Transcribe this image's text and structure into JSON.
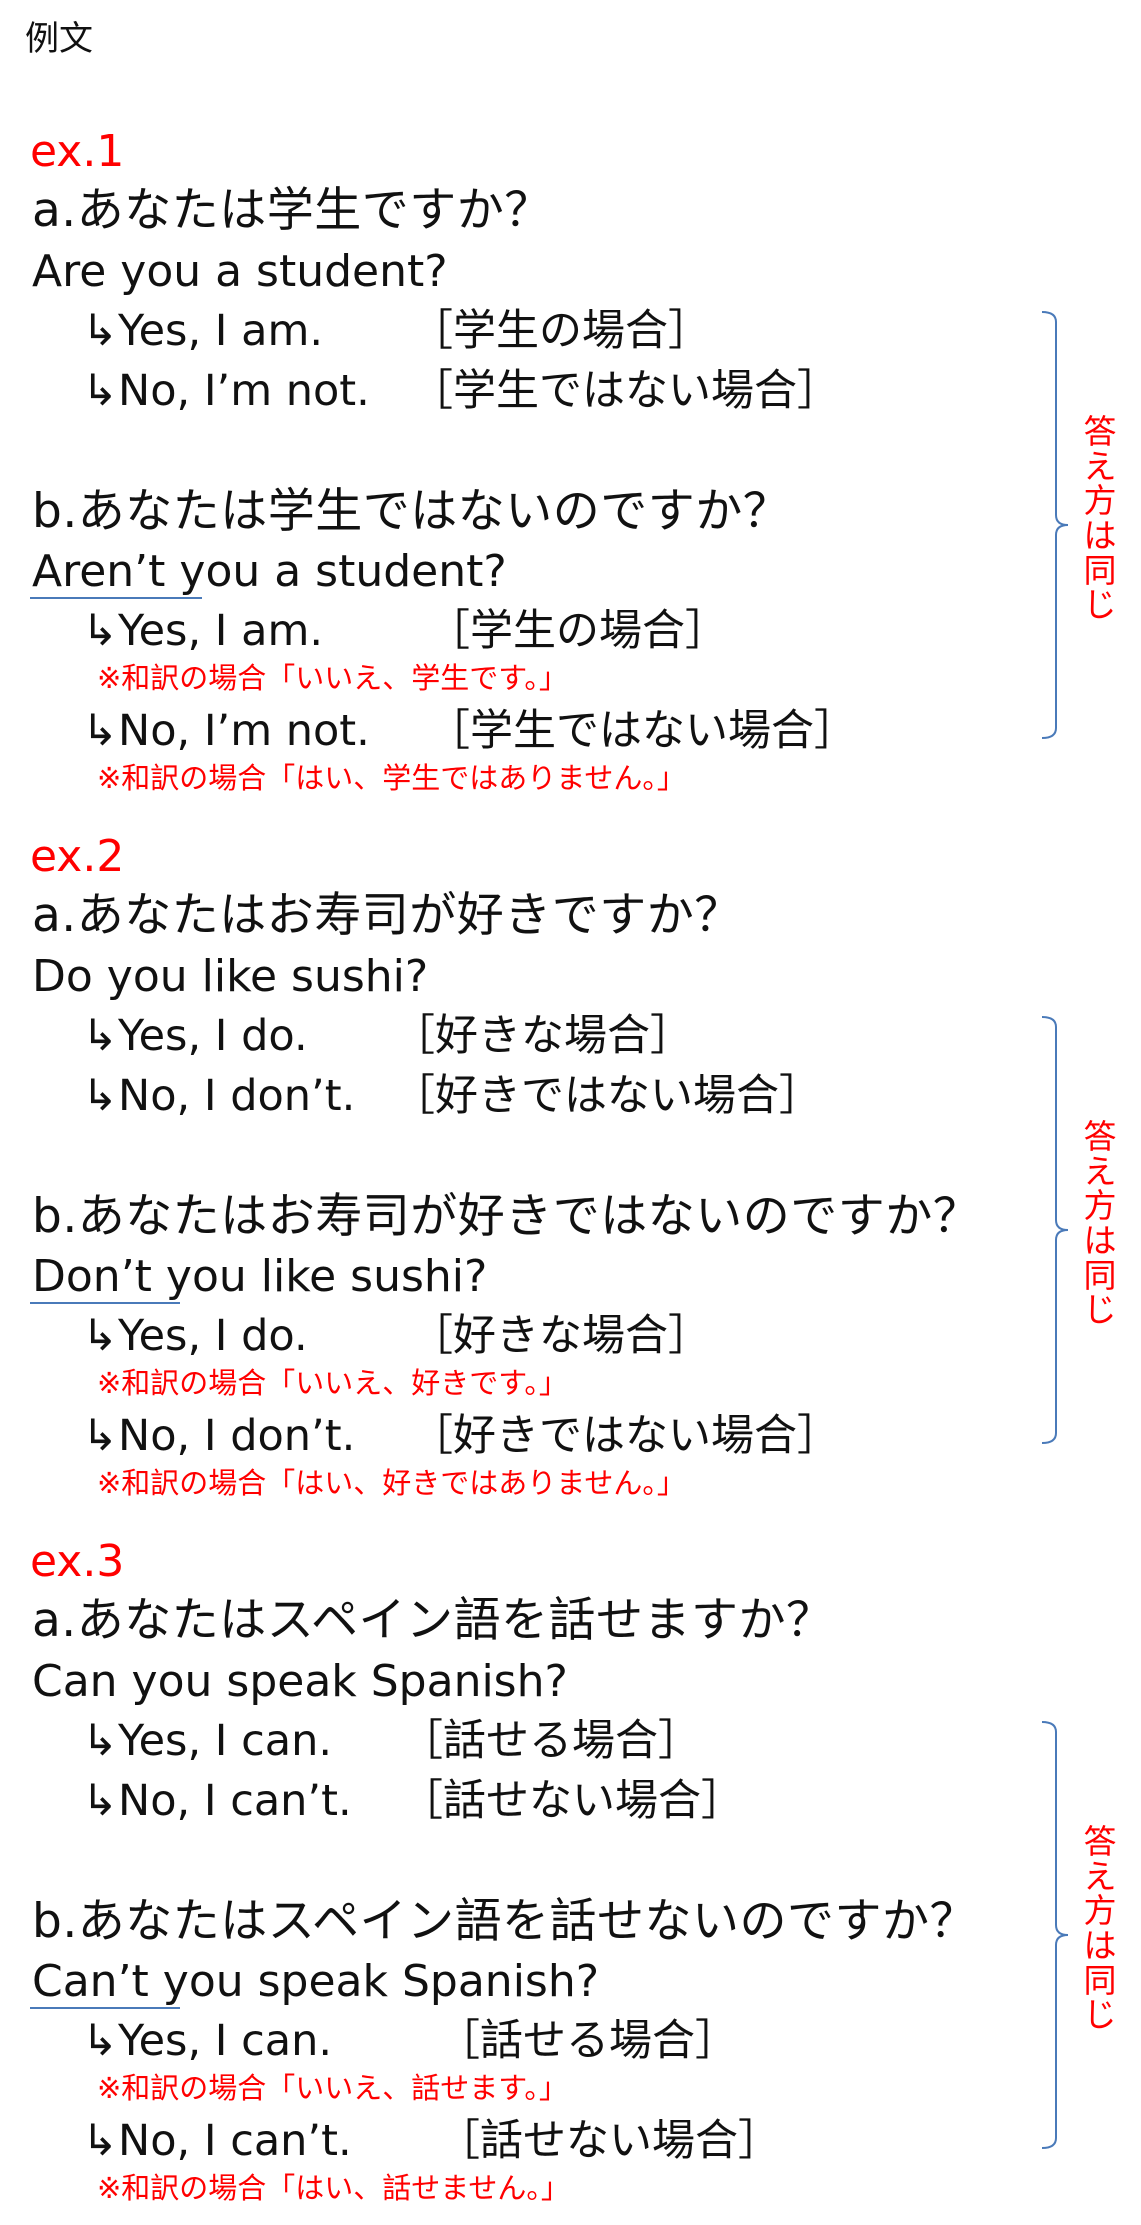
{
  "header": "例文",
  "brace_label": "答え方は同じ",
  "colors": {
    "accent": "#ff0000",
    "brace": "#4a7ab9",
    "text": "#111111"
  },
  "examples": [
    {
      "label": "ex.1",
      "a": {
        "question_ja": "a.あなたは学生ですか？",
        "question_en": "Are you a student?",
        "yes_en": "↳Yes, I am.",
        "yes_ja": "［学生の場合］",
        "no_en": "↳No, I’m not.",
        "no_ja": "［学生ではない場合］"
      },
      "b": {
        "question_ja": "b.あなたは学生ではないのですか？",
        "question_en": "Aren’t you a student?",
        "yes_en": "↳Yes, I am.",
        "yes_ja": "［学生の場合］",
        "yes_note": "※和訳の場合「いいえ、学生です。」",
        "no_en": "↳No, I’m not.",
        "no_ja": "［学生ではない場合］",
        "no_note": "※和訳の場合「はい、学生ではありません。」"
      }
    },
    {
      "label": "ex.2",
      "a": {
        "question_ja": "a.あなたはお寿司が好きですか？",
        "question_en": "Do you like sushi?",
        "yes_en": "↳Yes, I do.",
        "yes_ja": "［好きな場合］",
        "no_en": "↳No, I don’t.",
        "no_ja": "［好きではない場合］"
      },
      "b": {
        "question_ja": "b.あなたはお寿司が好きではないのですか？",
        "question_en": "Don’t you like sushi?",
        "yes_en": "↳Yes, I do.",
        "yes_ja": "［好きな場合］",
        "yes_note": "※和訳の場合「いいえ、好きです。」",
        "no_en": "↳No, I don’t.",
        "no_ja": "［好きではない場合］",
        "no_note": "※和訳の場合「はい、好きではありません。」"
      }
    },
    {
      "label": "ex.3",
      "a": {
        "question_ja": "a.あなたはスペイン語を話せますか？",
        "question_en": "Can you speak Spanish?",
        "yes_en": "↳Yes, I can.",
        "yes_ja": "［話せる場合］",
        "no_en": "↳No, I can’t.",
        "no_ja": "［話せない場合］"
      },
      "b": {
        "question_ja": "b.あなたはスペイン語を話せないのですか？",
        "question_en": "Can’t you speak Spanish?",
        "yes_en": "↳Yes, I can.",
        "yes_ja": "［話せる場合］",
        "yes_note": "※和訳の場合「いいえ、話せます。」",
        "no_en": "↳No, I can’t.",
        "no_ja": "［話せない場合］",
        "no_note": "※和訳の場合「はい、話せません。」"
      }
    }
  ]
}
